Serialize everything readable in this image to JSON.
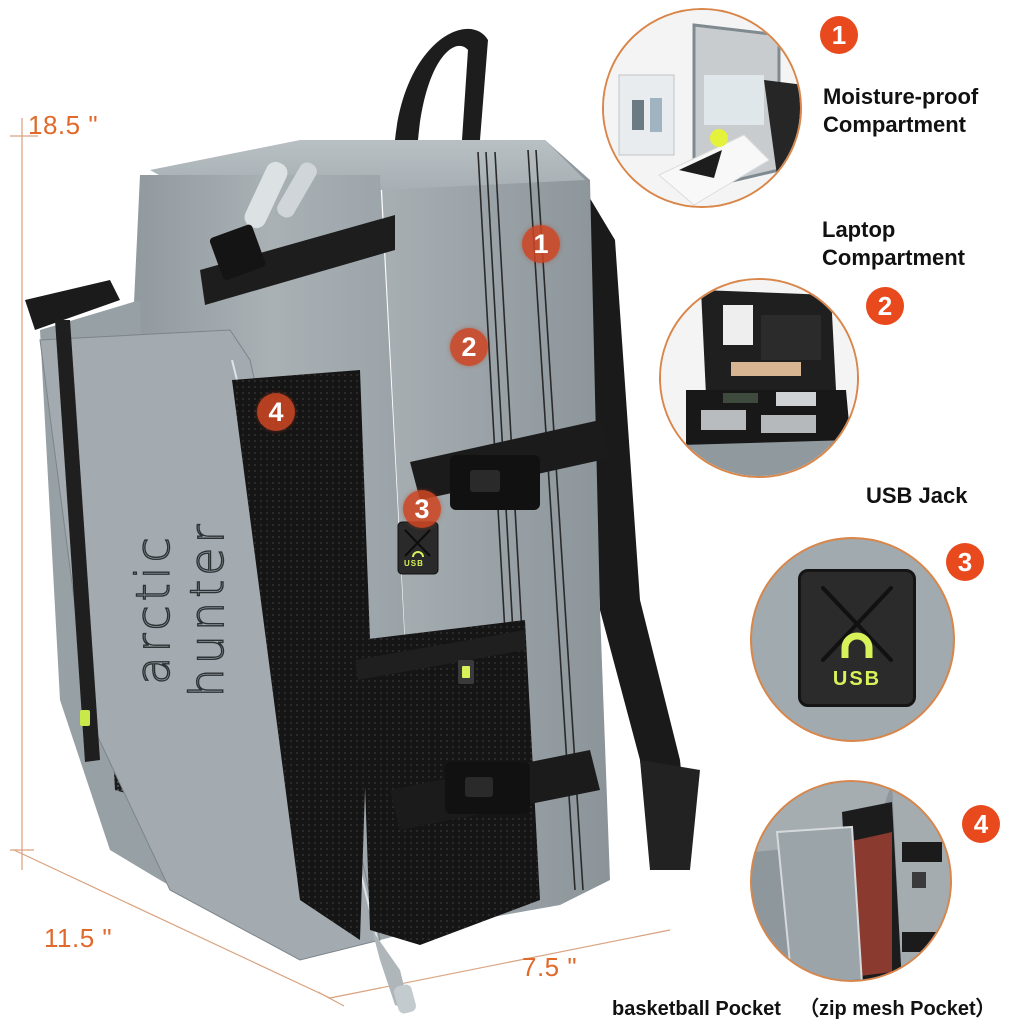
{
  "product": {
    "brand_text": "arctic hunter",
    "colors": {
      "body_gray": "#9aa3a8",
      "body_gray_light": "#b4bcc0",
      "strap_black": "#1b1b1b",
      "accent_orange": "#e8491d",
      "dimension_orange": "#e0692b",
      "usb_green": "#d8f25a"
    }
  },
  "dimensions": {
    "height": "18.5 \"",
    "depth": "11.5 \"",
    "width": "7.5 \""
  },
  "bag_markers": [
    {
      "number": "1"
    },
    {
      "number": "2"
    },
    {
      "number": "3"
    },
    {
      "number": "4"
    }
  ],
  "features": [
    {
      "number": "1",
      "title_line1": "Moisture-proof",
      "title_line2": "Compartment"
    },
    {
      "number": "2",
      "title_line1": "Laptop",
      "title_line2": "Compartment"
    },
    {
      "number": "3",
      "title_line1": "USB Jack",
      "title_line2": ""
    },
    {
      "number": "4",
      "title_line1": "basketball Pocket",
      "title_line2": "（zip mesh Pocket）"
    }
  ],
  "usb_patch": {
    "label": "USB"
  }
}
